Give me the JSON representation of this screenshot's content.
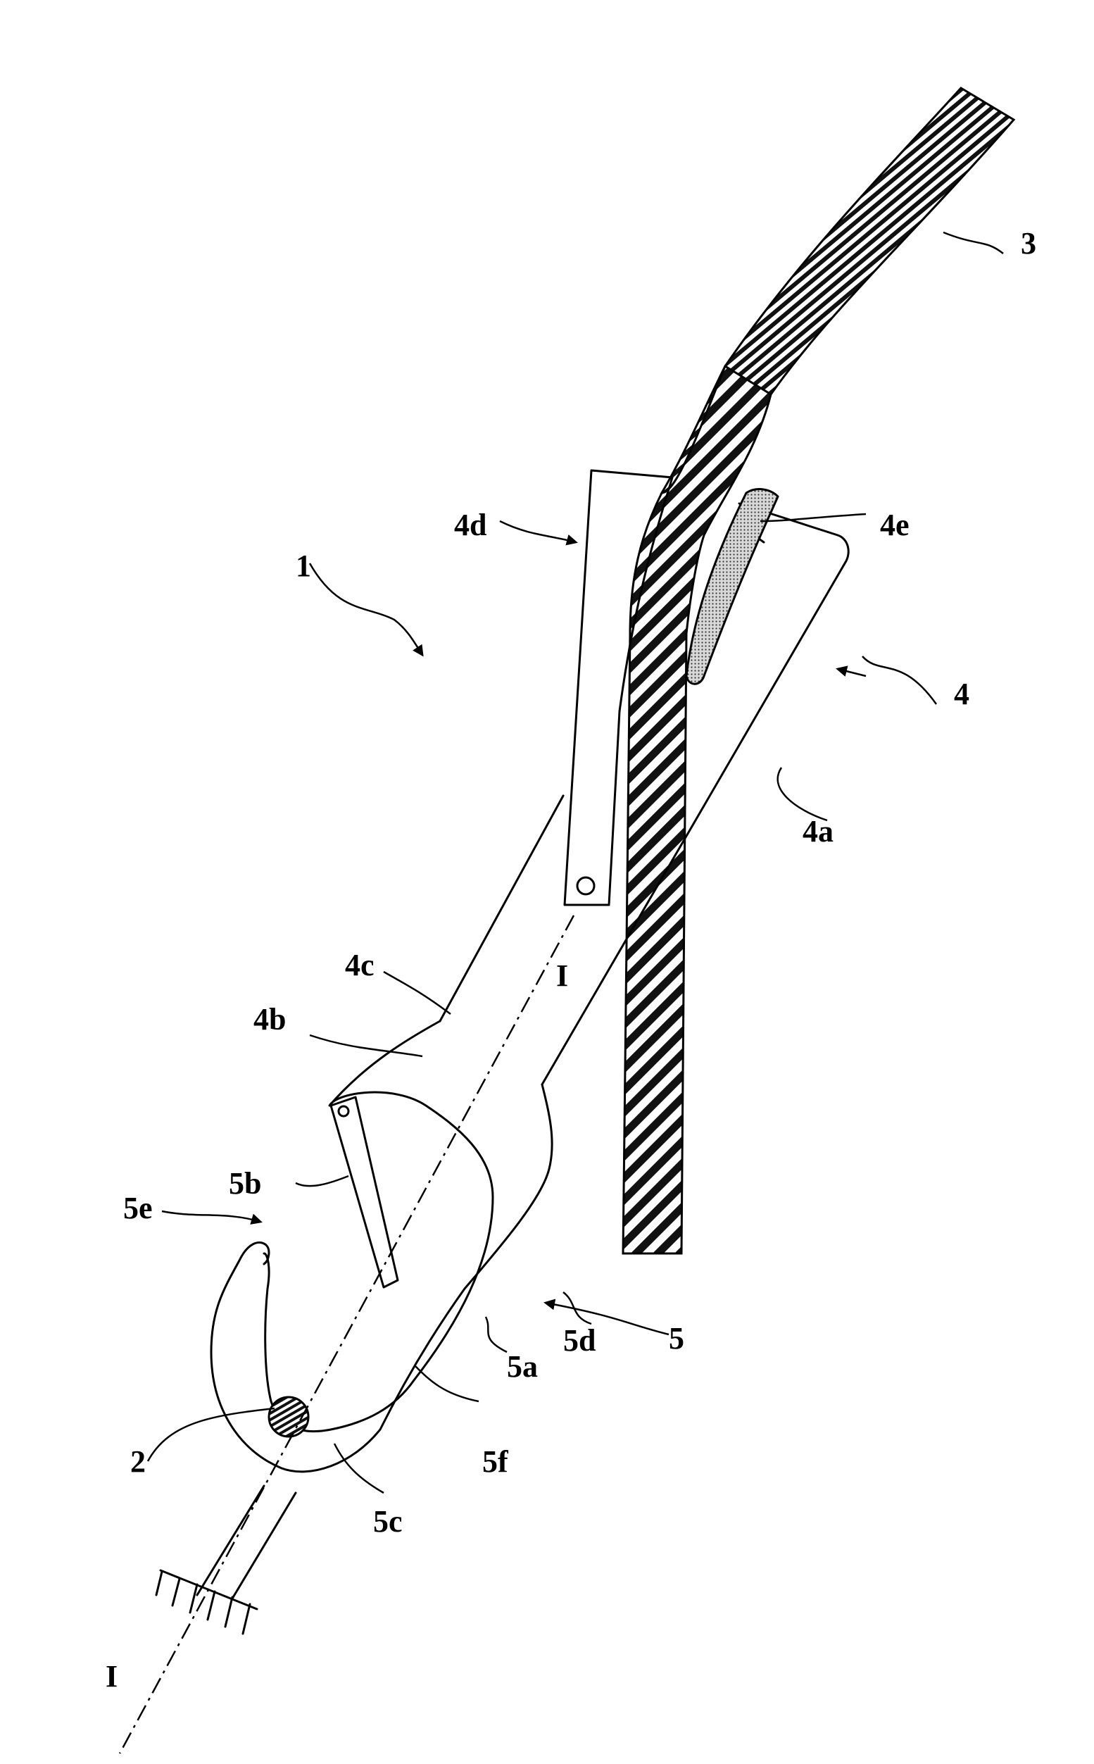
{
  "figure": {
    "labels": {
      "l1": "1",
      "l2": "2",
      "l3": "3",
      "l4": "4",
      "l4a": "4a",
      "l4b": "4b",
      "l4c": "4c",
      "l4d": "4d",
      "l4e": "4e",
      "l5": "5",
      "l5a": "5a",
      "l5b": "5b",
      "l5c": "5c",
      "l5d": "5d",
      "l5e": "5e",
      "l5f": "5f",
      "axisTop": "I",
      "axisBottom": "I"
    }
  }
}
